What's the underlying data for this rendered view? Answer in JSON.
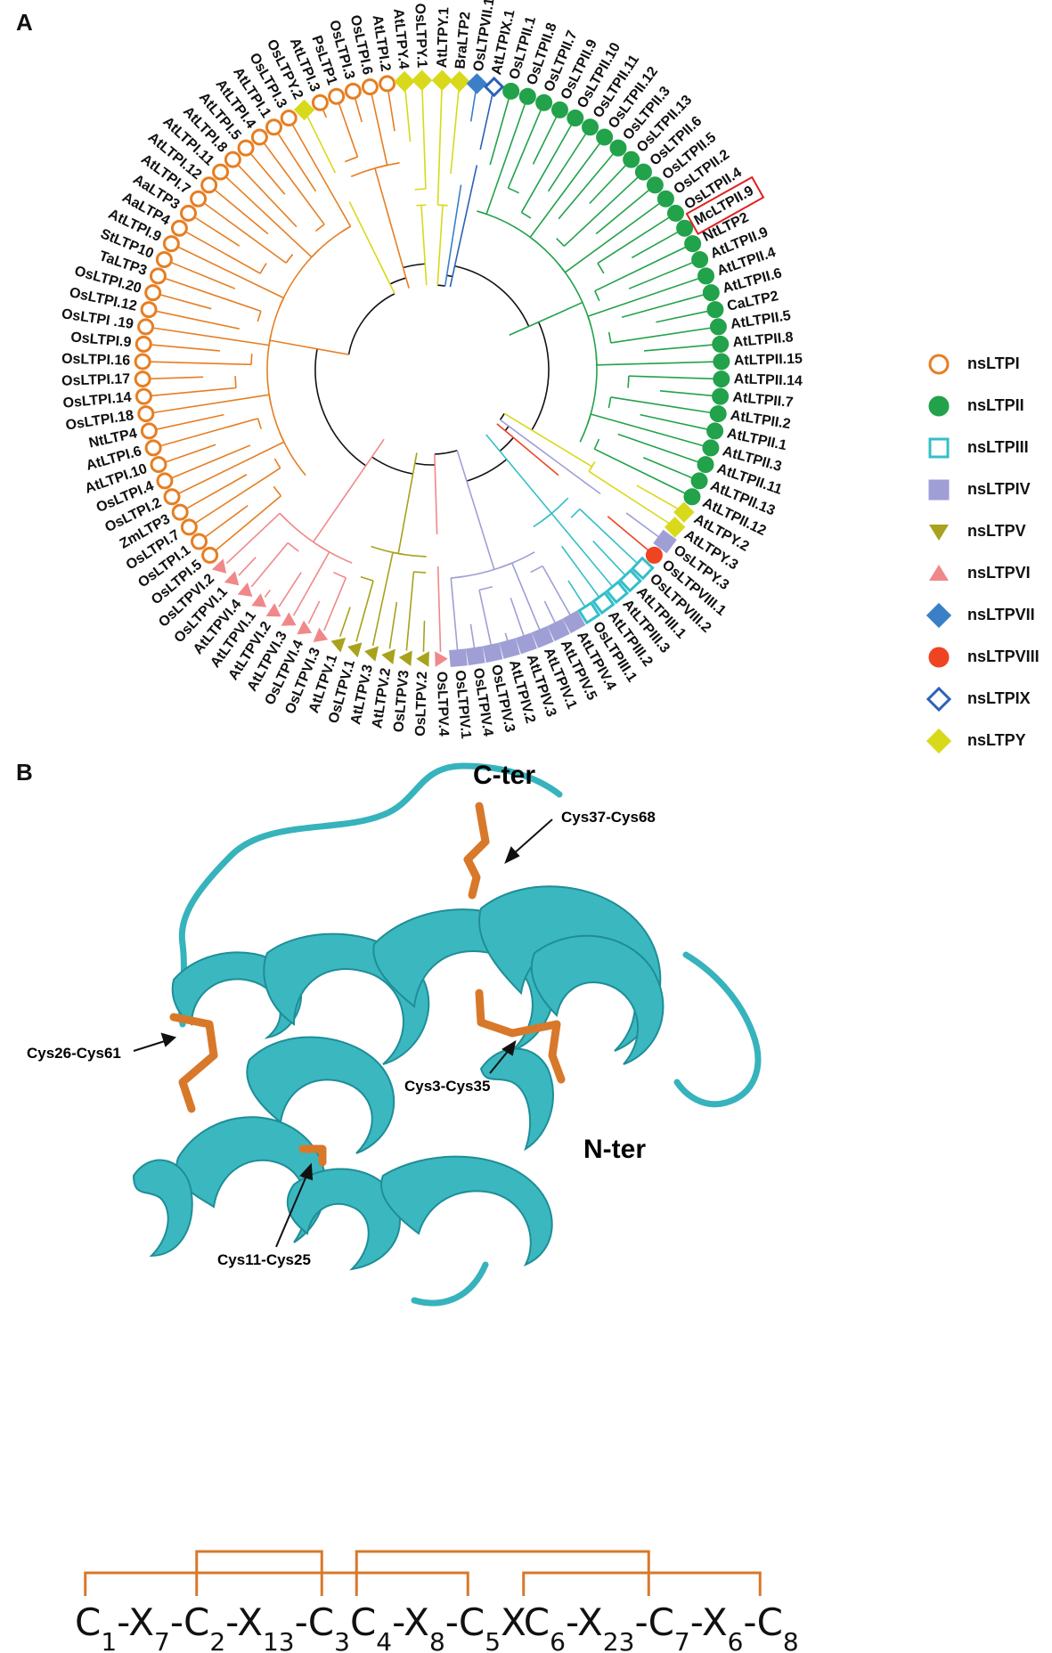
{
  "panels": {
    "a": {
      "letter": "A"
    },
    "b": {
      "letter": "B"
    }
  },
  "colors": {
    "nsLTPI": "#e67e22",
    "nsLTPII": "#22a24a",
    "nsLTPIII": "#33bfc9",
    "nsLTPIV": "#9f9fd6",
    "nsLTPV": "#a8a21c",
    "nsLTPVI": "#f0888a",
    "nsLTPVII": "#3a7fc8",
    "nsLTPVIII": "#ee4422",
    "nsLTPIX": "#2b62b5",
    "nsLTPY": "#d9d91c",
    "root": "#111111",
    "highlight_box": "#e02020",
    "ribbon": "#3bb7c0",
    "ribbon_dark": "#1f8e97",
    "disulfide": "#d8782a"
  },
  "legend": [
    {
      "label": "nsLTPI",
      "color_key": "nsLTPI",
      "marker": "open-circle"
    },
    {
      "label": "nsLTPII",
      "color_key": "nsLTPII",
      "marker": "filled-circle"
    },
    {
      "label": "nsLTPIII",
      "color_key": "nsLTPIII",
      "marker": "open-square"
    },
    {
      "label": "nsLTPIV",
      "color_key": "nsLTPIV",
      "marker": "filled-square"
    },
    {
      "label": "nsLTPV",
      "color_key": "nsLTPV",
      "marker": "down-triangle"
    },
    {
      "label": "nsLTPVI",
      "color_key": "nsLTPVI",
      "marker": "up-triangle"
    },
    {
      "label": "nsLTPVII",
      "color_key": "nsLTPVII",
      "marker": "filled-diamond"
    },
    {
      "label": "nsLTPVIII",
      "color_key": "nsLTPVIII",
      "marker": "filled-circle"
    },
    {
      "label": "nsLTPIX",
      "color_key": "nsLTPIX",
      "marker": "open-diamond"
    },
    {
      "label": "nsLTPY",
      "color_key": "nsLTPY",
      "marker": "filled-diamond"
    }
  ],
  "tree": {
    "highlighted_leaf": "McLTPII.9",
    "leaves": [
      {
        "label": "AtLTPY.1",
        "group": "nsLTPY"
      },
      {
        "label": "BraLTP2",
        "group": "nsLTPY"
      },
      {
        "label": "OsLTPVII.1",
        "group": "nsLTPVII"
      },
      {
        "label": "AtLTPIX.1",
        "group": "nsLTPIX"
      },
      {
        "label": "OsLTPII.1",
        "group": "nsLTPII"
      },
      {
        "label": "OsLTPII.8",
        "group": "nsLTPII"
      },
      {
        "label": "OsLTPII.7",
        "group": "nsLTPII"
      },
      {
        "label": "OsLTPII.9",
        "group": "nsLTPII"
      },
      {
        "label": "OsLTPII.10",
        "group": "nsLTPII"
      },
      {
        "label": "OsLTPII.11",
        "group": "nsLTPII"
      },
      {
        "label": "OsLTPII.12",
        "group": "nsLTPII"
      },
      {
        "label": "OsLTPII.3",
        "group": "nsLTPII"
      },
      {
        "label": "OsLTPII.13",
        "group": "nsLTPII"
      },
      {
        "label": "OsLTPII.6",
        "group": "nsLTPII"
      },
      {
        "label": "OsLTPII.5",
        "group": "nsLTPII"
      },
      {
        "label": "OsLTPII.2",
        "group": "nsLTPII"
      },
      {
        "label": "OsLTPII.4",
        "group": "nsLTPII"
      },
      {
        "label": "McLTPII.9",
        "group": "nsLTPII"
      },
      {
        "label": "NtLTP2",
        "group": "nsLTPII"
      },
      {
        "label": "AtLTPII.9",
        "group": "nsLTPII"
      },
      {
        "label": "AtLTPII.4",
        "group": "nsLTPII"
      },
      {
        "label": "AtLTPII.6",
        "group": "nsLTPII"
      },
      {
        "label": "CaLTP2",
        "group": "nsLTPII"
      },
      {
        "label": "AtLTPII.5",
        "group": "nsLTPII"
      },
      {
        "label": "AtLTPII.8",
        "group": "nsLTPII"
      },
      {
        "label": "AtLTPII.15",
        "group": "nsLTPII"
      },
      {
        "label": "AtLTPII.14",
        "group": "nsLTPII"
      },
      {
        "label": "AtLTPII.7",
        "group": "nsLTPII"
      },
      {
        "label": "AtLTPII.2",
        "group": "nsLTPII"
      },
      {
        "label": "AtLTPII.1",
        "group": "nsLTPII"
      },
      {
        "label": "AtLTPII.3",
        "group": "nsLTPII"
      },
      {
        "label": "AtLTPII.11",
        "group": "nsLTPII"
      },
      {
        "label": "AtLTPII.13",
        "group": "nsLTPII"
      },
      {
        "label": "AtLTPII.12",
        "group": "nsLTPII"
      },
      {
        "label": "AtLTPY.2",
        "group": "nsLTPY"
      },
      {
        "label": "AtLTPY.3",
        "group": "nsLTPY"
      },
      {
        "label": "OsLTPY.3",
        "group": "nsLTPIV"
      },
      {
        "label": "OsLTPVIII.1",
        "group": "nsLTPVIII"
      },
      {
        "label": "OsLTPVIII.2",
        "group": "nsLTPIII"
      },
      {
        "label": "AtLTPIII.1",
        "group": "nsLTPIII"
      },
      {
        "label": "AtLTPIII.3",
        "group": "nsLTPIII"
      },
      {
        "label": "AtLTPIII.2",
        "group": "nsLTPIII"
      },
      {
        "label": "OsLTPIII.1",
        "group": "nsLTPIII"
      },
      {
        "label": "AtLTPIV.4",
        "group": "nsLTPIV"
      },
      {
        "label": "AtLTPIV.5",
        "group": "nsLTPIV"
      },
      {
        "label": "AtLTPIV.1",
        "group": "nsLTPIV"
      },
      {
        "label": "AtLTPIV.3",
        "group": "nsLTPIV"
      },
      {
        "label": "AtLTPIV.2",
        "group": "nsLTPIV"
      },
      {
        "label": "OsLTPIV.3",
        "group": "nsLTPIV"
      },
      {
        "label": "OsLTPIV.4",
        "group": "nsLTPIV"
      },
      {
        "label": "OsLTPIV.1",
        "group": "nsLTPIV"
      },
      {
        "label": "OsLTPV.4",
        "group": "nsLTPVI"
      },
      {
        "label": "OsLTPV.2",
        "group": "nsLTPV"
      },
      {
        "label": "OsLTPV3",
        "group": "nsLTPV"
      },
      {
        "label": "AtLTPV.2",
        "group": "nsLTPV"
      },
      {
        "label": "AtLTPV.3",
        "group": "nsLTPV"
      },
      {
        "label": "OsLTPV.1",
        "group": "nsLTPV"
      },
      {
        "label": "AtLTPV.1",
        "group": "nsLTPV"
      },
      {
        "label": "OsLTPVI.3",
        "group": "nsLTPVI"
      },
      {
        "label": "OsLTPVI.4",
        "group": "nsLTPVI"
      },
      {
        "label": "AtLTPVI.3",
        "group": "nsLTPVI"
      },
      {
        "label": "AtLTPVI.2",
        "group": "nsLTPVI"
      },
      {
        "label": "AtLTPVI.1",
        "group": "nsLTPVI"
      },
      {
        "label": "AtLTPVI.4",
        "group": "nsLTPVI"
      },
      {
        "label": "OsLTPVI.1",
        "group": "nsLTPVI"
      },
      {
        "label": "OsLTPVI.2",
        "group": "nsLTPVI"
      },
      {
        "label": "OsLTPI.5",
        "group": "nsLTPI"
      },
      {
        "label": "OsLTPI.1",
        "group": "nsLTPI"
      },
      {
        "label": "OsLTPI.7",
        "group": "nsLTPI"
      },
      {
        "label": "ZmLTP3",
        "group": "nsLTPI"
      },
      {
        "label": "OsLTPI.2",
        "group": "nsLTPI"
      },
      {
        "label": "OsLTPI.4",
        "group": "nsLTPI"
      },
      {
        "label": "AtLTPI.10",
        "group": "nsLTPI"
      },
      {
        "label": "AtLTPI.6",
        "group": "nsLTPI"
      },
      {
        "label": "NtLTP4",
        "group": "nsLTPI"
      },
      {
        "label": "OsLTPI.18",
        "group": "nsLTPI"
      },
      {
        "label": "OsLTPI.14",
        "group": "nsLTPI"
      },
      {
        "label": "OsLTPI.17",
        "group": "nsLTPI"
      },
      {
        "label": "OsLTPI.16",
        "group": "nsLTPI"
      },
      {
        "label": "OsLTPI.9",
        "group": "nsLTPI"
      },
      {
        "label": "OsLTPI .19",
        "group": "nsLTPI"
      },
      {
        "label": "OsLTPI.12",
        "group": "nsLTPI"
      },
      {
        "label": "OsLTPI.20",
        "group": "nsLTPI"
      },
      {
        "label": "TaLTP3",
        "group": "nsLTPI"
      },
      {
        "label": "StLTP10",
        "group": "nsLTPI"
      },
      {
        "label": "AtLTPI.9",
        "group": "nsLTPI"
      },
      {
        "label": "AaLTP4",
        "group": "nsLTPI"
      },
      {
        "label": "AaLTP3",
        "group": "nsLTPI"
      },
      {
        "label": "AtLTPI.7",
        "group": "nsLTPI"
      },
      {
        "label": "AtLTPI.12",
        "group": "nsLTPI"
      },
      {
        "label": "AtLTPI.11",
        "group": "nsLTPI"
      },
      {
        "label": "AtLTPI.8",
        "group": "nsLTPI"
      },
      {
        "label": "AtLTPI.5",
        "group": "nsLTPI"
      },
      {
        "label": "AtLTPI.4",
        "group": "nsLTPI"
      },
      {
        "label": "AtLTPI.1",
        "group": "nsLTPI"
      },
      {
        "label": "OsLTPI.3",
        "group": "nsLTPI"
      },
      {
        "label": "OsLTPY.2",
        "group": "nsLTPY"
      },
      {
        "label": "AtLTPI.3",
        "group": "nsLTPI"
      },
      {
        "label": "PsLTP1",
        "group": "nsLTPI"
      },
      {
        "label": "OsLTPI.3",
        "group": "nsLTPI"
      },
      {
        "label": "OsLTPI.6",
        "group": "nsLTPI"
      },
      {
        "label": "AtLTPI.2",
        "group": "nsLTPI"
      },
      {
        "label": "AtLTPY.4",
        "group": "nsLTPY"
      },
      {
        "label": "OsLTPY.1",
        "group": "nsLTPY"
      }
    ]
  },
  "structure": {
    "c_ter": "C-ter",
    "n_ter": "N-ter",
    "bonds": {
      "b1": "Cys37-Cys68",
      "b2": "Cys26-Cys61",
      "b3": "Cys3-Cys35",
      "b4": "Cys11-Cys25"
    }
  },
  "motif": {
    "parts": [
      {
        "base": "C",
        "sub": "1"
      },
      {
        "base": "-X",
        "sub": "7"
      },
      {
        "base": "-C",
        "sub": "2"
      },
      {
        "base": "-X",
        "sub": "13"
      },
      {
        "base": "-C",
        "sub": "3"
      },
      {
        "base": "C",
        "sub": "4"
      },
      {
        "base": "-X",
        "sub": "8"
      },
      {
        "base": "-C",
        "sub": "5"
      },
      {
        "base": "XC",
        "sub": "6"
      },
      {
        "base": "-X",
        "sub": "23"
      },
      {
        "base": "-C",
        "sub": "7"
      },
      {
        "base": "-X",
        "sub": "6"
      },
      {
        "base": "-C",
        "sub": "8"
      }
    ],
    "bridges": [
      {
        "from": "C1",
        "to": "C5"
      },
      {
        "from": "C2",
        "to": "C3"
      },
      {
        "from": "C4",
        "to": "C7"
      },
      {
        "from": "C6",
        "to": "C8"
      }
    ]
  }
}
